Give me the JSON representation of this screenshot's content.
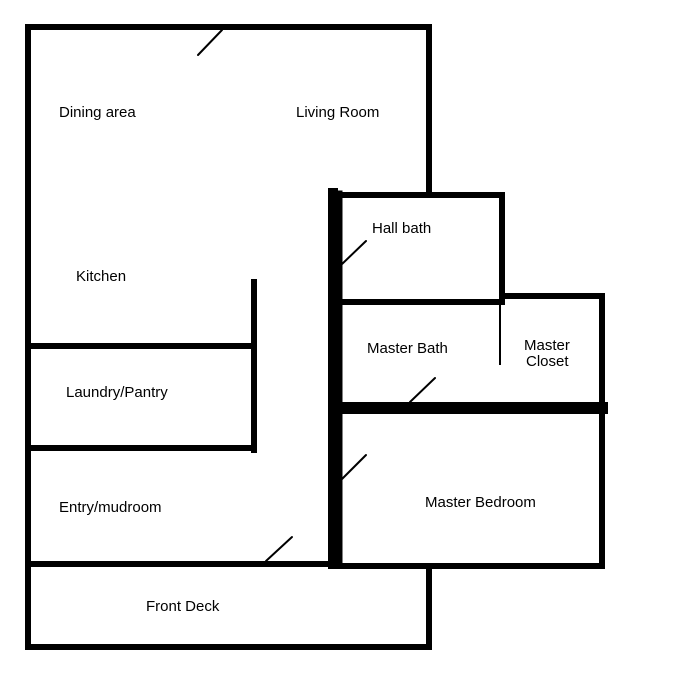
{
  "rooms": {
    "dining_area": "Dining area",
    "living_room": "Living Room",
    "kitchen": "Kitchen",
    "hall_bath": "Hall bath",
    "master_bath": "Master Bath",
    "master_closet_line1": "Master",
    "master_closet_line2": "Closet",
    "laundry_pantry": "Laundry/Pantry",
    "master_bedroom": "Master Bedroom",
    "entry_mudroom": "Entry/mudroom",
    "front_deck": "Front Deck"
  }
}
